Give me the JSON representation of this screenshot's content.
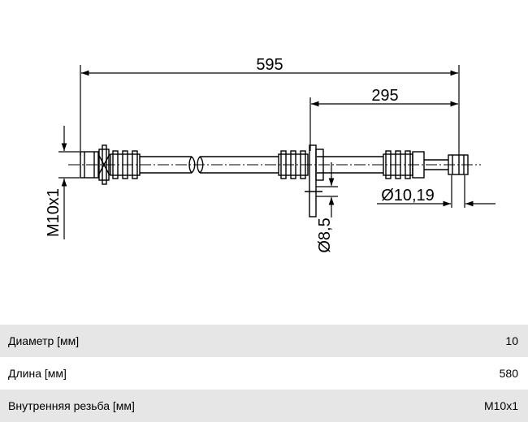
{
  "drawing": {
    "dim_total_length": "595",
    "dim_partial_length": "295",
    "thread_label": "M10x1",
    "hose_diameter_label": "Ø10,19",
    "bracket_hole_label": "Ø8,5"
  },
  "specs": [
    {
      "label": "Диаметр [мм]",
      "value": "10"
    },
    {
      "label": "Длина [мм]",
      "value": "580"
    },
    {
      "label": "Внутренняя резьба [мм]",
      "value": "M10x1"
    }
  ]
}
